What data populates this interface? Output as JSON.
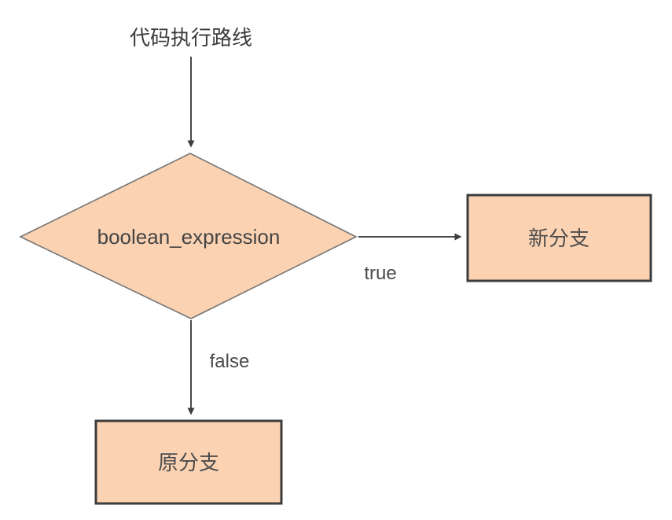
{
  "diagram": {
    "title": "代码执行路线",
    "decision": {
      "label": "boolean_expression"
    },
    "branches": {
      "true": {
        "label": "true",
        "target": "新分支"
      },
      "false": {
        "label": "false",
        "target": "原分支"
      }
    },
    "colors": {
      "node_fill": "#fbd3b3",
      "rect_border": "#3d3d3d",
      "diamond_border": "#757575",
      "arrow": "#4a4a4a",
      "text": "#3b3b3b",
      "background": "#ffffff"
    }
  }
}
